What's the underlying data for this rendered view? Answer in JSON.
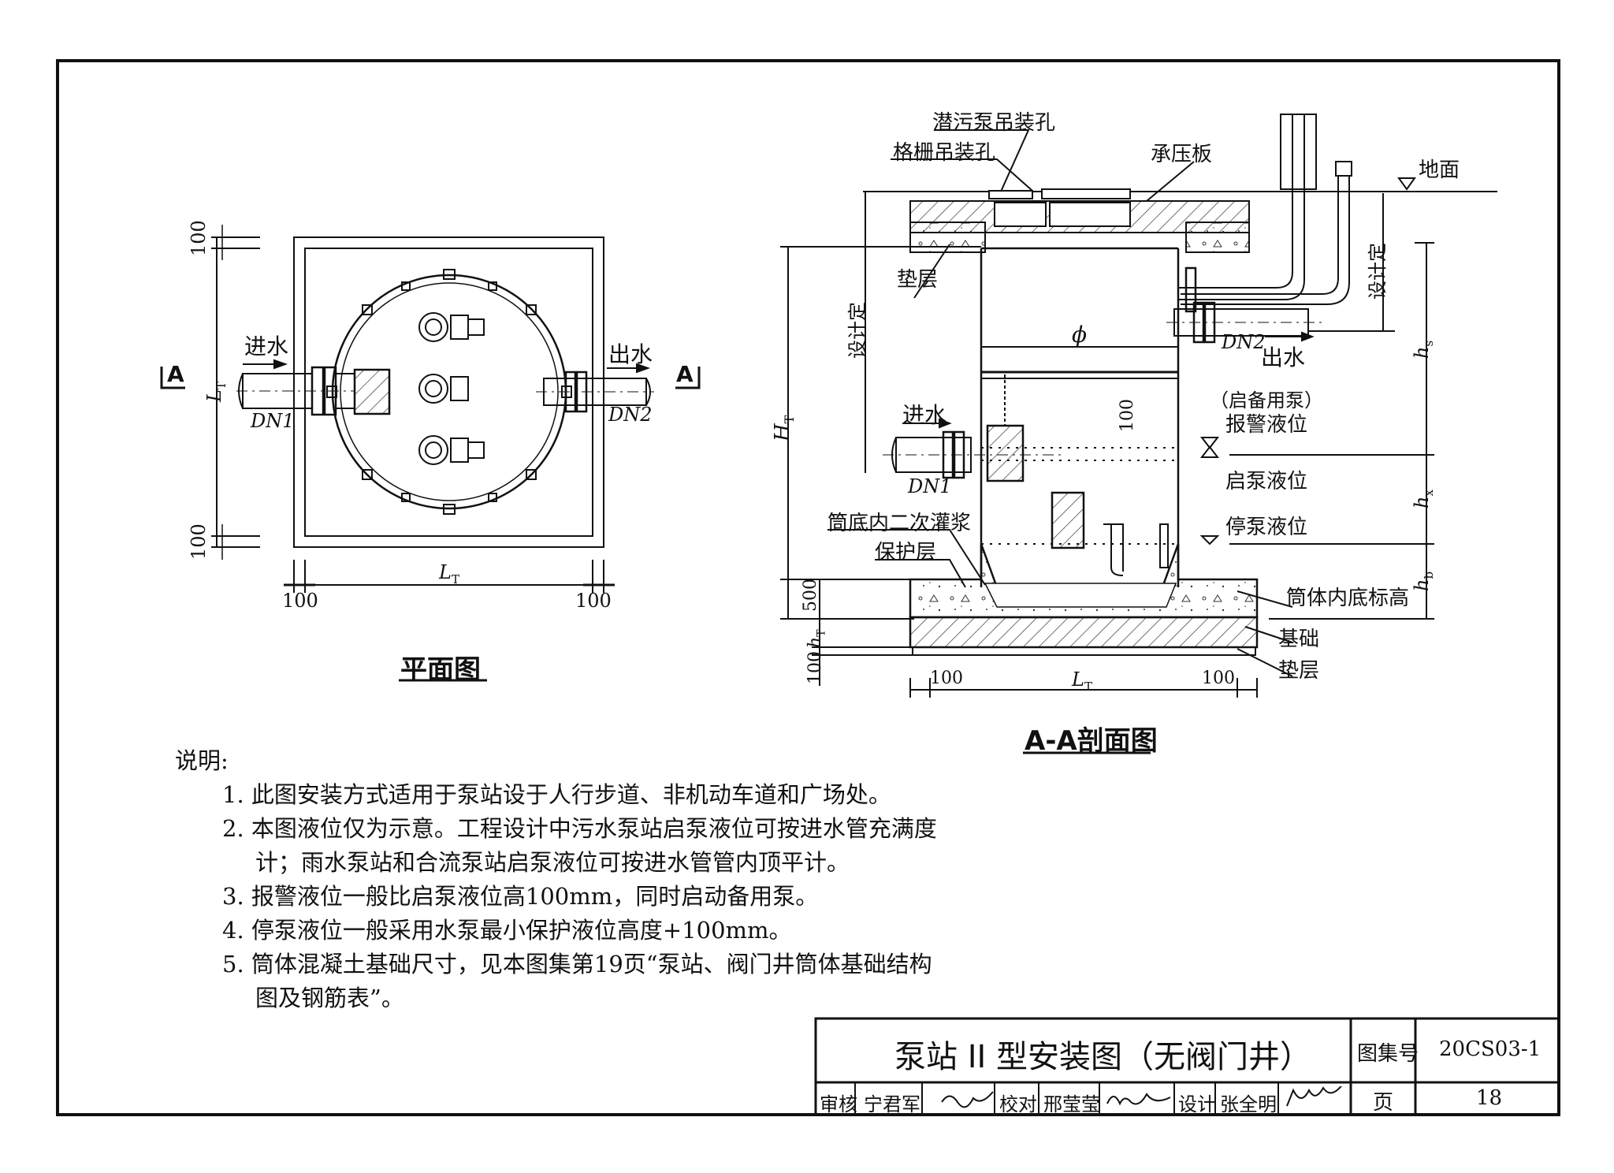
{
  "plan": {
    "title": "平面图",
    "inlet_label": "进水",
    "outlet_label": "出水",
    "section_mark": "A",
    "dn_in": "DN1",
    "dn_out": "DN2",
    "dims": {
      "d100": "100",
      "lt": "L",
      "lt_sub": "T"
    }
  },
  "section": {
    "title": "A-A剖面图",
    "labels": {
      "pump_hole": "潜污泵吊装孔",
      "grid_hole": "格栅吊装孔",
      "pressure_plate": "承压板",
      "ground": "地面",
      "cushion_top": "垫层",
      "design_left": "设计定",
      "design_right": "设计定",
      "phi": "ϕ",
      "inlet": "进水",
      "outlet": "出水",
      "dn_in": "DN1",
      "dn_out": "DN2",
      "standby": "（启备用泵）",
      "alarm": "报警液位",
      "start": "启泵液位",
      "stop": "停泵液位",
      "grout": "筒底内二次灌浆",
      "protect": "保护层",
      "bottom_elev": "筒体内底标高",
      "foundation": "基础",
      "cushion_bottom": "垫层",
      "d100": "100",
      "d500": "500",
      "ht": "H",
      "ht_sub": "T",
      "hT": "h",
      "hT_sub": "T",
      "hs": "h",
      "hs_sub": "s",
      "hx": "h",
      "hx_sub": "x",
      "hb": "h",
      "hb_sub": "b",
      "lt": "L",
      "lt_sub": "T"
    }
  },
  "notes": {
    "heading": "说明:",
    "items": [
      "1.  此图安装方式适用于泵站设于人行步道、非机动车道和广场处。",
      "2.  本图液位仅为示意。工程设计中污水泵站启泵液位可按进水管充满度",
      "计；雨水泵站和合流泵站启泵液位可按进水管管内顶平计。",
      "3.  报警液位一般比启泵液位高100mm，同时启动备用泵。",
      "4.  停泵液位一般采用水泵最小保护液位高度+100mm。",
      "5.  筒体混凝土基础尺寸，见本图集第19页“泵站、阀门井筒体基础结构",
      "图及钢筋表”。"
    ]
  },
  "title_block": {
    "title": "泵站 II 型安装图（无阀门井）",
    "atlas_label": "图集号",
    "atlas_no": "20CS03-1",
    "review_label": "审核",
    "reviewer": "宁君军",
    "check_label": "校对",
    "checker": "邢莹莹",
    "design_label": "设计",
    "designer": "张全明",
    "page_label": "页",
    "page_no": "18"
  }
}
